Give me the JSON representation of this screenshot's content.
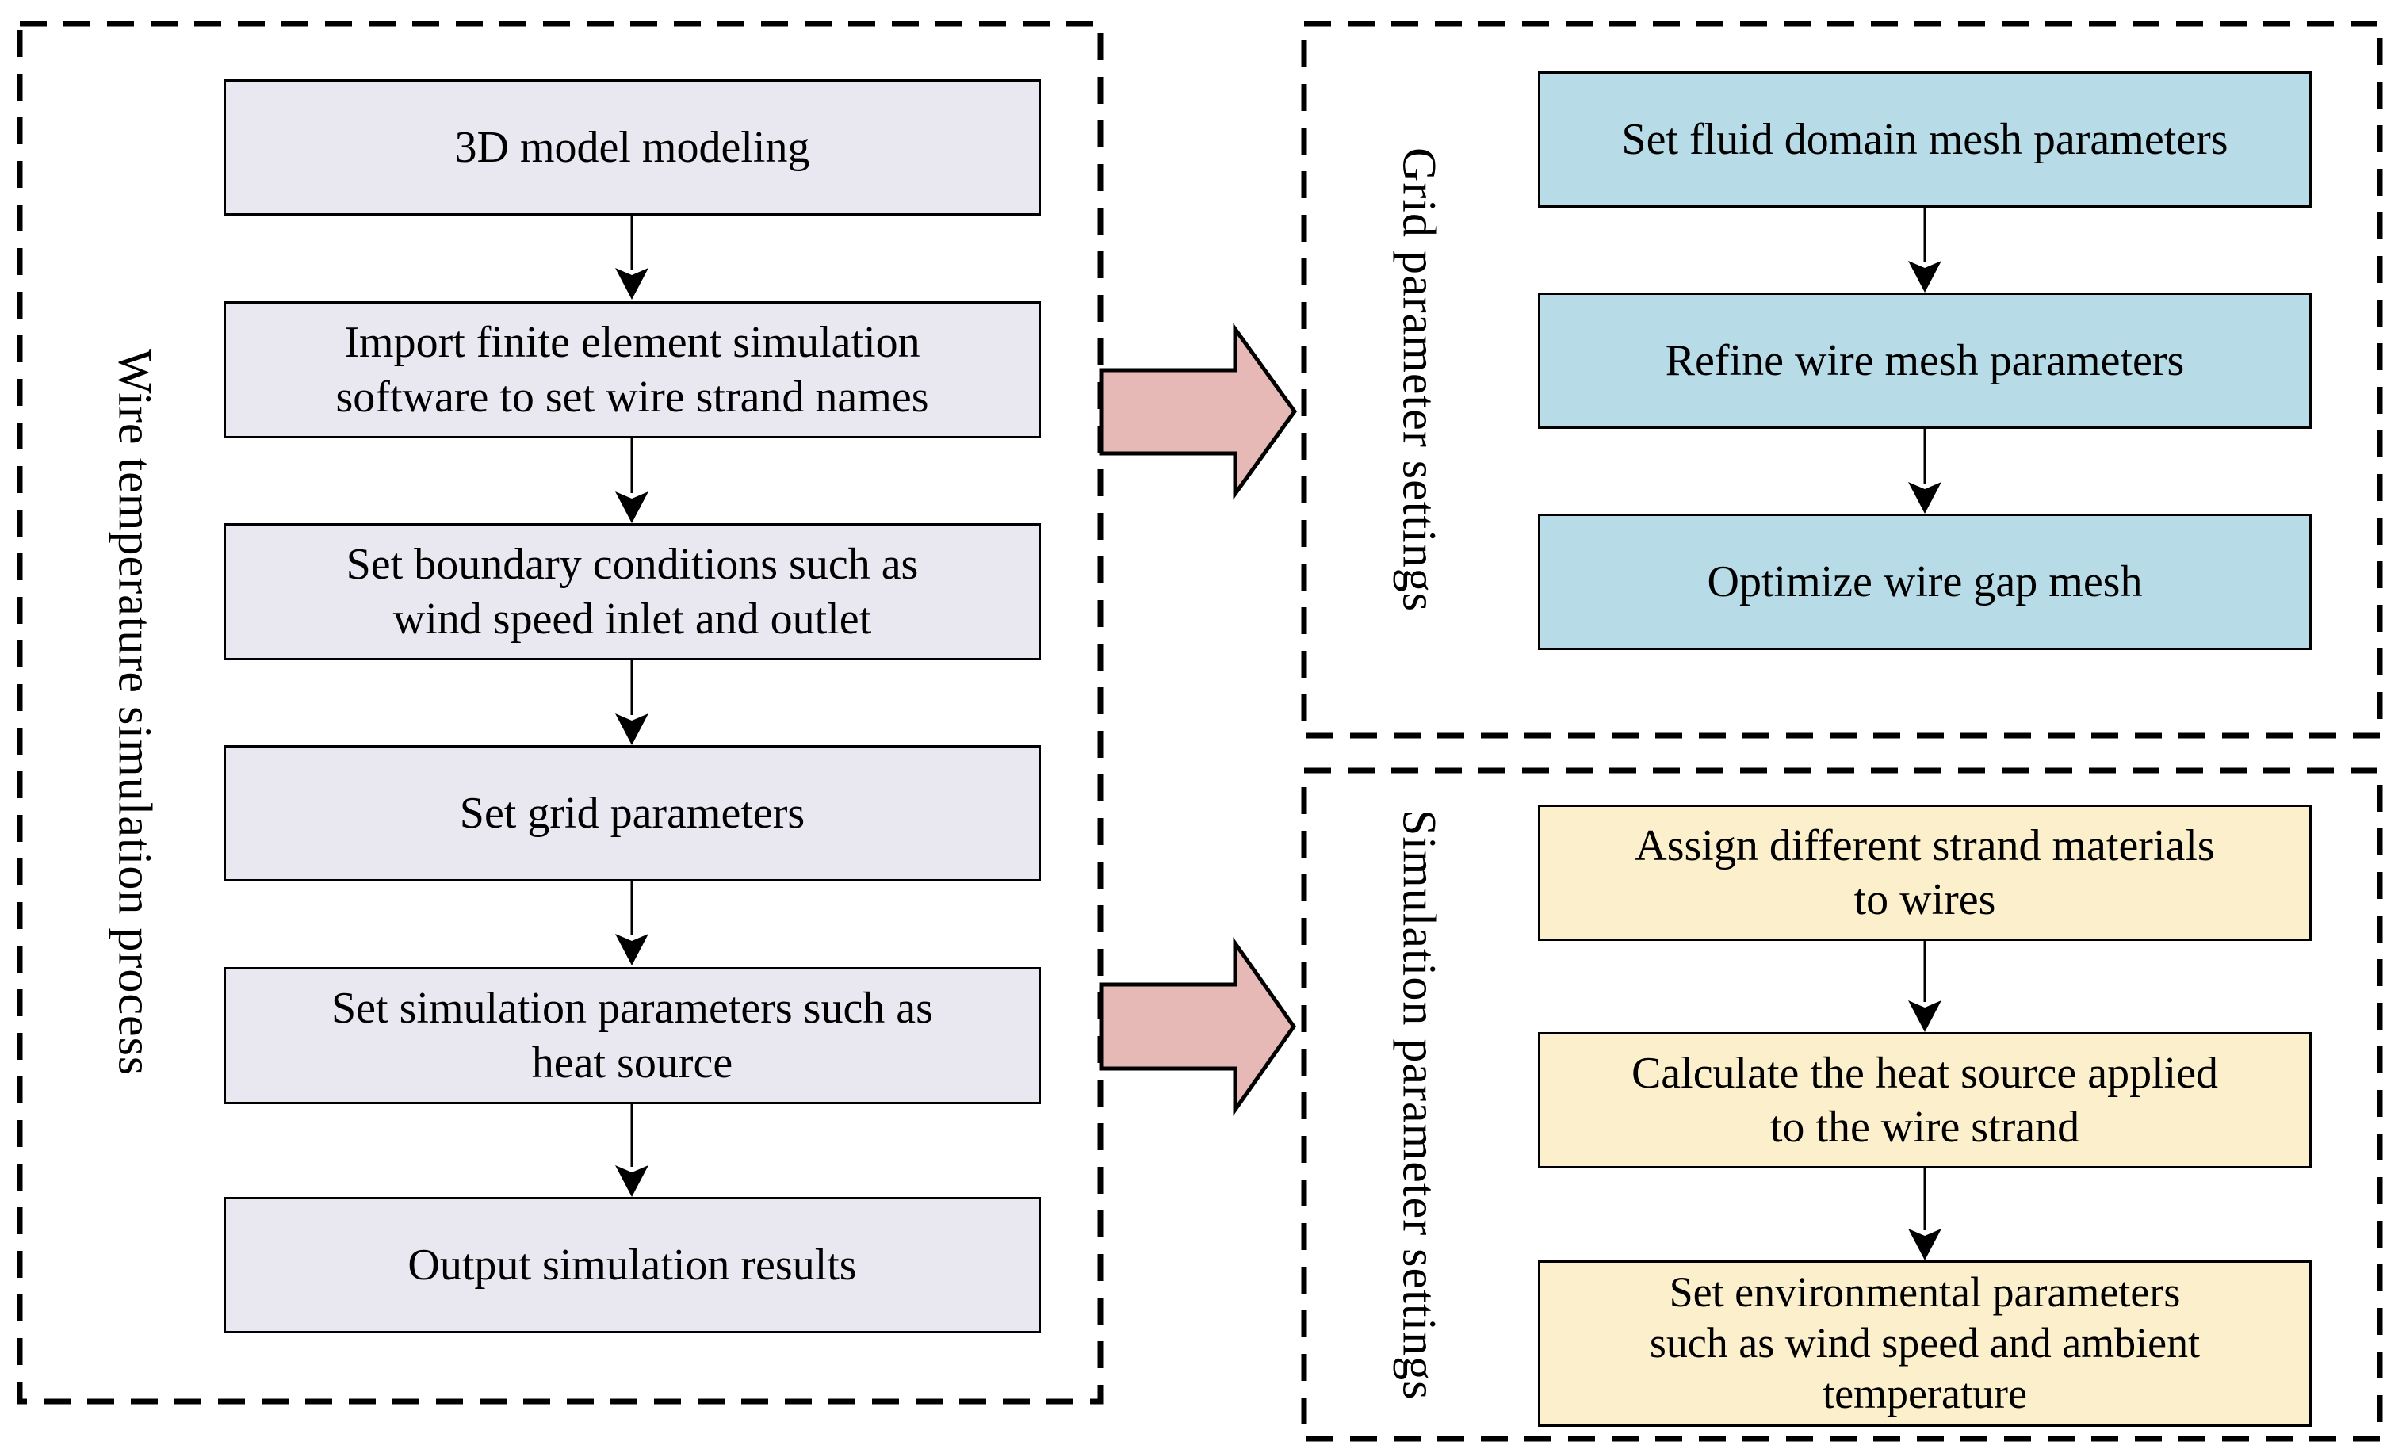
{
  "panels": {
    "process": {
      "label": "Wire temperature simulation process",
      "steps": [
        "3D model modeling",
        "Import finite element simulation\nsoftware to set wire strand names",
        "Set boundary conditions such as\nwind speed inlet and outlet",
        "Set grid parameters",
        "Set simulation parameters such as\nheat source",
        "Output simulation results"
      ]
    },
    "grid": {
      "label": "Grid parameter settings",
      "steps": [
        "Set fluid domain mesh parameters",
        "Refine wire mesh parameters",
        "Optimize wire gap mesh"
      ]
    },
    "simulation": {
      "label": "Simulation parameter settings",
      "steps": [
        "Assign different strand materials\nto wires",
        "Calculate the heat source applied\nto the wire strand",
        "Set environmental parameters\nsuch as wind speed and ambient\ntemperature"
      ]
    }
  },
  "colors": {
    "process_box_fill": "#e9e7f0",
    "grid_box_fill": "#b7dbe7",
    "simulation_box_fill": "#fcf0cc",
    "block_arrow_fill": "#e6b9b7",
    "outline": "#000000",
    "background": "#ffffff"
  }
}
